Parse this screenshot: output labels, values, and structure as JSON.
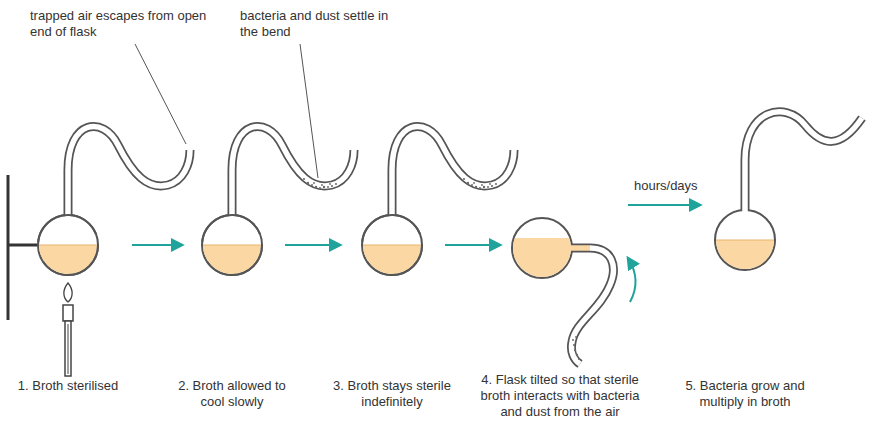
{
  "diagram": {
    "labels": [
      "trapped air escapes from open end of flask",
      "bacteria and dust settle in the bend",
      "hours/days",
      "1. Broth sterilised",
      "2. Broth allowed to cool slowly",
      "3. Broth stays sterile indefinitely",
      "4. Flask tilted so that sterile broth interacts with bacteria and dust from the air",
      "5. Bacteria grow and multiply in broth"
    ]
  }
}
